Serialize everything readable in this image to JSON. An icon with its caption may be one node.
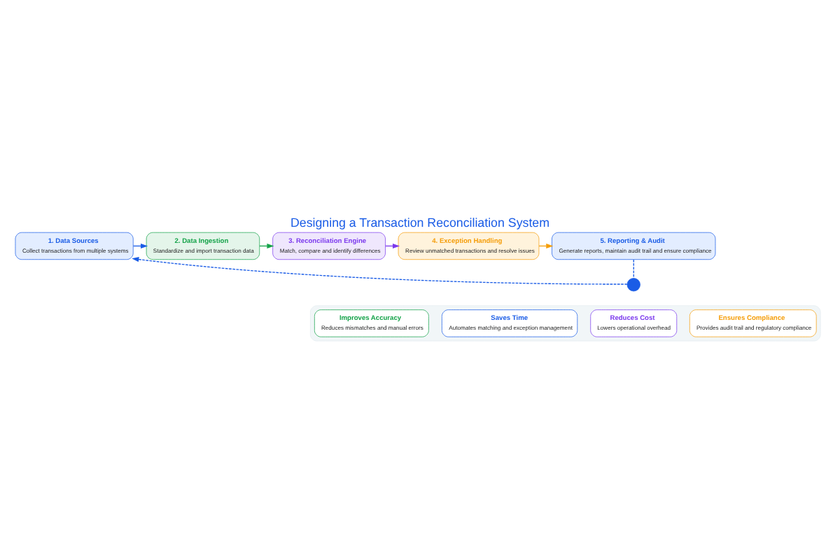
{
  "diagram": {
    "title": "Designing a Transaction Reconciliation System",
    "nodes": [
      {
        "text": [
          "1. Data Sources",
          "Collect transactions from multiple systems"
        ]
      },
      {
        "text": [
          "2. Data Ingestion",
          "Standardize and import transaction data"
        ]
      },
      {
        "text": [
          "3. Reconciliation Engine",
          "Match, compare and identify differences"
        ]
      },
      {
        "text": [
          "4. Exception Handling",
          "Review unmatched transactions and resolve issues"
        ]
      },
      {
        "text": [
          "5. Reporting & Audit",
          "Generate reports, maintain audit trail and ensure compliance"
        ]
      },
      {
        "text": [],
        "shape": "circle"
      },
      {
        "text": [],
        "shape": "box"
      },
      {
        "text": [
          "Improves Accuracy",
          "Reduces mismatches and manual errors"
        ],
        "in": 6
      },
      {
        "text": [
          "Saves Time",
          "Automates matching and exception management"
        ],
        "in": 6
      },
      {
        "text": [
          "Reduces Cost",
          "Lowers operational overhead"
        ],
        "in": 6
      },
      {
        "text": [
          "Ensures Compliance",
          "Provides audit trail and regulatory compliance"
        ],
        "in": 6
      }
    ],
    "edges": [
      {
        "from": 0,
        "to": 1,
        "arrow": "to",
        "color": "#1a5ce6"
      },
      {
        "from": 1,
        "to": 2,
        "arrow": "to",
        "color": "#16a34a"
      },
      {
        "from": 2,
        "to": 3,
        "arrow": "to",
        "color": "#7c3aed"
      },
      {
        "from": 3,
        "to": 4,
        "arrow": "to",
        "color": "#f59e0b"
      },
      {
        "from": 4,
        "to": 5,
        "arrow": "none",
        "style": "dashed",
        "color": "#1a5ce6"
      },
      {
        "from": 5,
        "to": 0,
        "arrow": "to",
        "style": "dashed",
        "color": "#1a5ce6"
      }
    ]
  }
}
